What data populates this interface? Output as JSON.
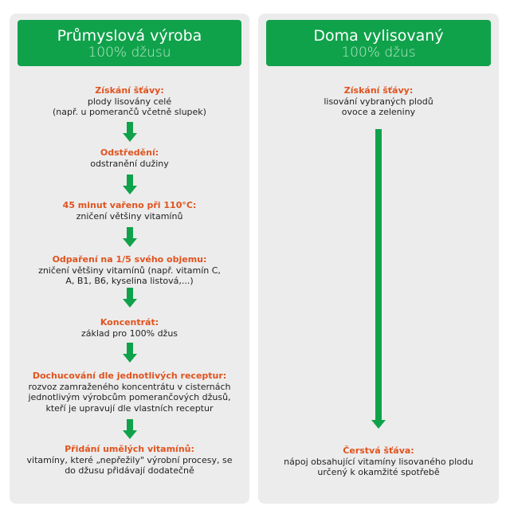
{
  "colors": {
    "green": "#10a24b",
    "orange": "#e0531f",
    "panel": "#ececec"
  },
  "left": {
    "title": "Průmyslová výroba",
    "subtitle": "100% džusu",
    "steps": [
      {
        "title": "Získání šťávy:",
        "lines": [
          "plody lisovány celé",
          "(např. u pomerančů včetně slupek)"
        ]
      },
      {
        "title": "Odstředění:",
        "lines": [
          "odstranění dužiny"
        ]
      },
      {
        "title": "45 minut vařeno při 110°C:",
        "lines": [
          "zničení většiny vitamínů"
        ]
      },
      {
        "title": "Odpaření na 1/5 svého objemu:",
        "lines": [
          "zničení většiny vitamínů (např. vitamín C,",
          "A, B1, B6, kyselina listová,...)"
        ]
      },
      {
        "title": "Koncentrát:",
        "lines": [
          "základ pro 100% džus"
        ]
      },
      {
        "title": "Dochucování dle jednotlivých receptur:",
        "lines": [
          "rozvoz zamraženého koncentrátu v cisternách",
          "jednotlivým výrobcům pomerančových džusů,",
          "kteří je upravují dle vlastních receptur"
        ]
      },
      {
        "title": "Přidání umělých vitamínů:",
        "lines": [
          "vitamíny, které „nepřežily\" výrobní procesy, se",
          "do džusu přidávají dodatečně"
        ]
      }
    ]
  },
  "right": {
    "title": "Doma vylisovaný",
    "subtitle": "100% džus",
    "steps": [
      {
        "title": "Získání šťávy:",
        "lines": [
          "lisování vybraných plodů",
          "ovoce a zeleniny"
        ]
      },
      {
        "title": "Čerstvá šťáva:",
        "lines": [
          "nápoj obsahující vitamíny lisovaného plodu",
          "určený k okamžité spotřebě"
        ]
      }
    ]
  }
}
